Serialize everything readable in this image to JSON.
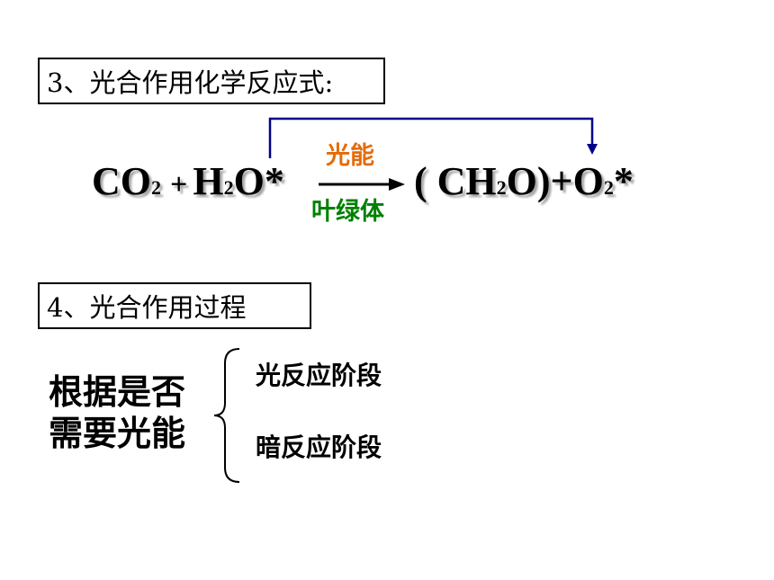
{
  "section3": {
    "title": "3、光合作用化学反应式:"
  },
  "equation": {
    "co": "CO",
    "co_sub": "2",
    "plus1": "+",
    "h": "H",
    "h_sub": "2",
    "o_star": "O*",
    "condition_top": "光能",
    "condition_bottom": "叶绿体",
    "prod_open": "( CH",
    "prod_sub": "2",
    "prod_close": "O)+O",
    "o2_sub": "2",
    "o2_star": "*",
    "colors": {
      "condition_top": "#e36c09",
      "condition_bottom": "#008000",
      "tracer_arrow": "#00008b"
    }
  },
  "section4": {
    "title": "4、光合作用过程",
    "criterion_line1": "根据是否",
    "criterion_line2": "需要光能",
    "stages": [
      "光反应阶段",
      "暗反应阶段"
    ]
  }
}
